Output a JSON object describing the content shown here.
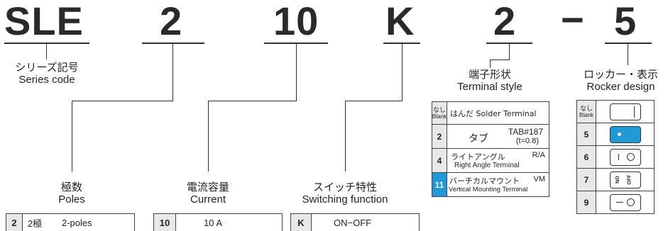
{
  "code": {
    "series": "SLE",
    "poles": "2",
    "current": "10",
    "switching": "K",
    "terminal": "2",
    "dash": "−",
    "rocker": "5"
  },
  "labels": {
    "series": {
      "jp": "シリーズ記号",
      "en": "Series code"
    },
    "poles": {
      "jp": "極数",
      "en": "Poles"
    },
    "current": {
      "jp": "電流容量",
      "en": "Current"
    },
    "switching": {
      "jp": "スイッチ特性",
      "en": "Switching function"
    },
    "terminal": {
      "jp": "端子形状",
      "en": "Terminal style"
    },
    "rocker": {
      "jp": "ロッカー・表示",
      "en": "Rocker design"
    }
  },
  "poles_row": {
    "key": "2",
    "jp": "2極",
    "en": "2-poles"
  },
  "current_row": {
    "key": "10",
    "value": "10 A"
  },
  "switching_row": {
    "key": "K",
    "value": "ON−OFF"
  },
  "terminal_table": [
    {
      "key_jp": "なし",
      "key_en": "Blank",
      "text": "はんだ Solder Terminal"
    },
    {
      "key": "2",
      "jp": "タブ",
      "code": "TAB#187",
      "note": "(t=0.8)"
    },
    {
      "key": "4",
      "jp": "ライトアングル",
      "code": "R/A",
      "en": "Right Angle Terminal"
    },
    {
      "key": "11",
      "jp": "バーチカルマウント",
      "code": "VM",
      "en": "Vertical Mounting Terminal",
      "highlight": "#1f9ad6"
    }
  ],
  "rocker_table": [
    {
      "key_jp": "なし",
      "key_en": "Blank",
      "icon": "rocker-blank-icon"
    },
    {
      "key": "5",
      "icon": "rocker-dot-icon",
      "fill": "#1f9ad6"
    },
    {
      "key": "6",
      "icon": "rocker-line-circle-icon"
    },
    {
      "key": "7",
      "icon": "rocker-on-off-icon",
      "on": "ON",
      "off": "OFF"
    },
    {
      "key": "9",
      "icon": "rocker-dash-circle-icon"
    }
  ]
}
